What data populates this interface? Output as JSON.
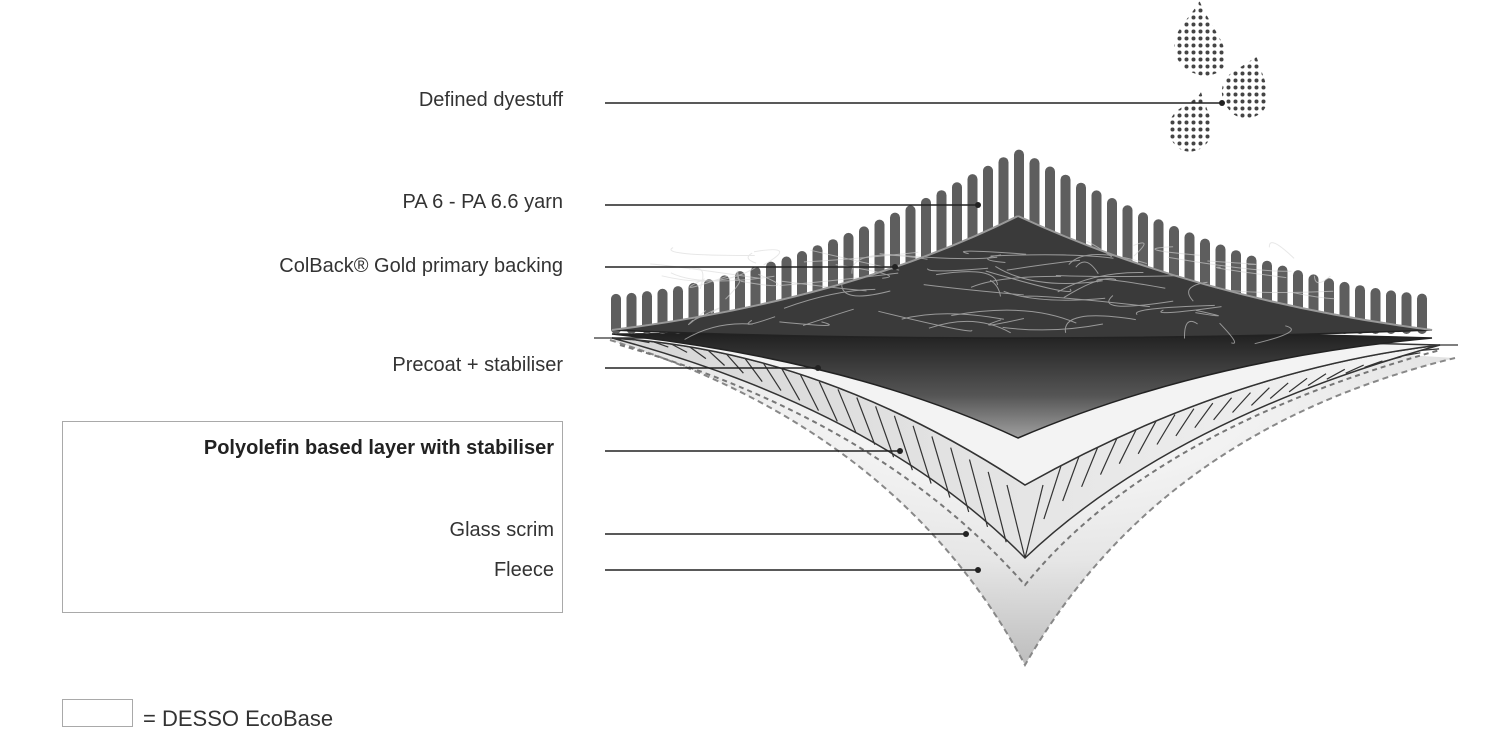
{
  "layers": [
    {
      "id": "dyestuff",
      "label": "Defined dyestuff"
    },
    {
      "id": "yarn",
      "label": "PA 6 - PA 6.6 yarn"
    },
    {
      "id": "primary-backing",
      "label": "ColBack® Gold primary backing"
    },
    {
      "id": "precoat",
      "label": "Precoat + stabiliser"
    },
    {
      "id": "polyolefin",
      "label": "Polyolefin based layer with stabiliser"
    },
    {
      "id": "glass-scrim",
      "label": "Glass scrim"
    },
    {
      "id": "fleece",
      "label": "Fleece"
    }
  ],
  "legend": {
    "text": "= DESSO EcoBase"
  },
  "colors": {
    "text": "#333333",
    "leader": "#222222",
    "yarn": "#5a5a5a",
    "backing": "#3a3a3a",
    "box_border": "#a9a9a9"
  }
}
